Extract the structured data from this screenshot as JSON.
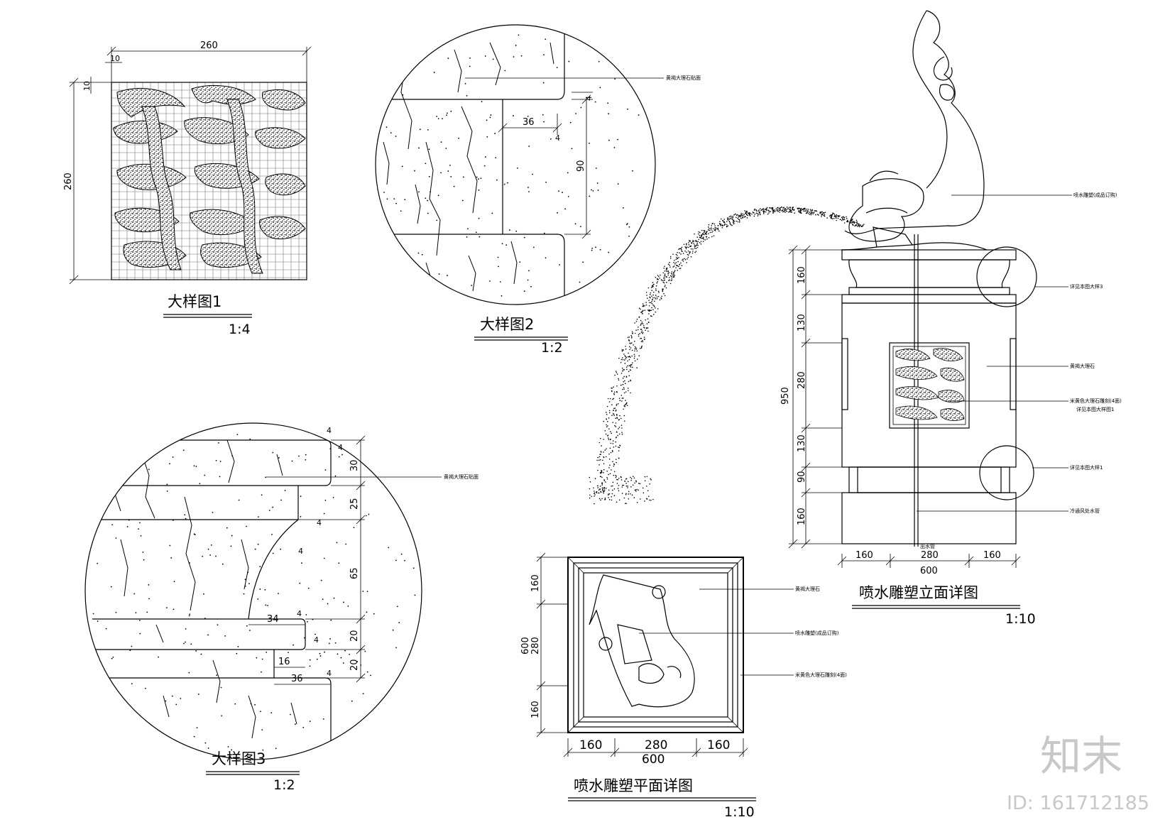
{
  "details": [
    {
      "title": "大样图1",
      "scale": "1:4",
      "dims": [
        "260",
        "10",
        "260",
        "10"
      ]
    },
    {
      "title": "大样图2",
      "scale": "1:2",
      "dims": [
        "36",
        "4",
        "4",
        "90"
      ],
      "note": "黄褐大理石贴面"
    },
    {
      "title": "大样图3",
      "scale": "1:2",
      "dims": [
        "4",
        "4",
        "30",
        "25",
        "4",
        "4",
        "65",
        "34",
        "4",
        "20",
        "4",
        "16",
        "36",
        "4",
        "20"
      ],
      "note": "黄褐大理石贴面"
    }
  ],
  "elevation": {
    "title": "喷水雕塑立面详图",
    "scale": "1:10",
    "vertical_dims": [
      "160",
      "130",
      "280",
      "130",
      "90",
      "160"
    ],
    "total_height": "950",
    "horizontal_dims": [
      "160",
      "280",
      "160"
    ],
    "total_width": "600",
    "notes": [
      "喷水雕塑(成品订购)",
      "详见本图大样3",
      "黄褐大理石",
      "米黄色大理石雕刻(4面)",
      "详见本图大样图1",
      "详见本图大样1",
      "冷通风处水管",
      "出水管"
    ]
  },
  "plan": {
    "title": "喷水雕塑平面详图",
    "scale": "1:10",
    "vertical_dims": [
      "160",
      "280",
      "160"
    ],
    "total_height": "600",
    "horizontal_dims": [
      "160",
      "280",
      "160"
    ],
    "total_width": "600",
    "notes": [
      "黄褐大理石",
      "喷水雕塑(成品订购)",
      "米黄色大理石雕刻(4面)"
    ]
  },
  "watermark": {
    "logo": "知末",
    "id": "ID: 161712185"
  }
}
